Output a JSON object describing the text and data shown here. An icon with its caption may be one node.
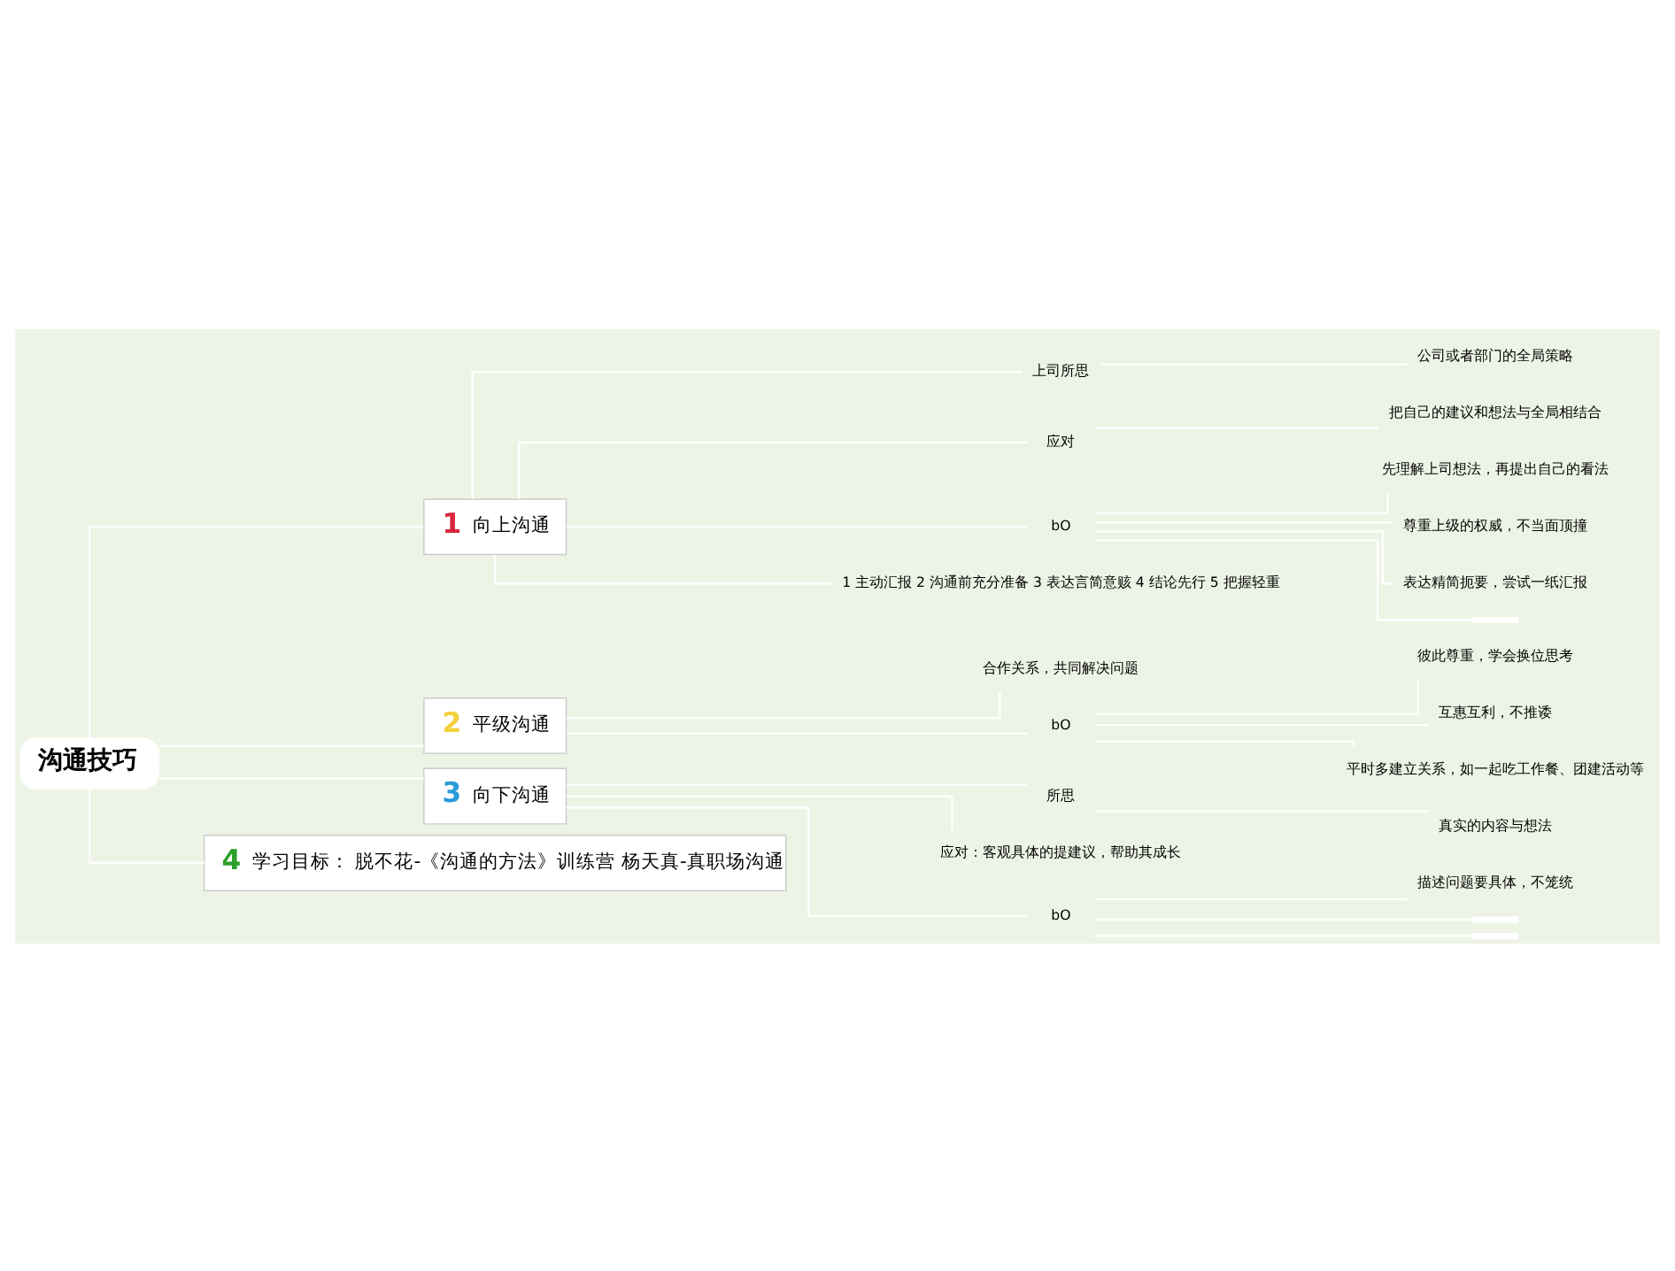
{
  "diagram": {
    "nodes": [
      {
        "text": [
          "沟通技巧"
        ]
      },
      {
        "text": [
          "1",
          "向上沟通"
        ]
      },
      {
        "text": [
          "上司所思"
        ]
      },
      {
        "text": [
          "公司或者部门的全局策略"
        ]
      },
      {
        "text": [
          "应对"
        ]
      },
      {
        "text": [
          "把自己的建议和想法与全局相结合"
        ]
      },
      {
        "text": [
          "bO"
        ]
      },
      {
        "text": [
          "先理解上司想法，再提出自己的看法"
        ]
      },
      {
        "text": [
          "尊重上级的权威，不当面顶撞"
        ]
      },
      {
        "text": [
          "表达精简扼要，尝试一纸汇报"
        ]
      },
      {
        "text": [],
        "shape": "box"
      },
      {
        "text": [
          "1 主动汇报 2 沟通前充分准备 3 表达言简意赅 4 结论先行 5 把握轻重"
        ]
      },
      {
        "text": [
          "2",
          "平级沟通"
        ]
      },
      {
        "text": [
          "合作关系，共同解决问题"
        ]
      },
      {
        "text": [
          "bO"
        ]
      },
      {
        "text": [
          "彼此尊重，学会换位思考"
        ]
      },
      {
        "text": [
          "互惠互利，不推诿"
        ]
      },
      {
        "text": [
          "平时多建立关系，如一起吃工作餐、团建活动等"
        ]
      },
      {
        "text": [
          "3",
          "向下沟通"
        ]
      },
      {
        "text": [
          "所思"
        ]
      },
      {
        "text": [
          "真实的内容与想法"
        ]
      },
      {
        "text": [
          "应对：客观具体的提建议，帮助其成长"
        ]
      },
      {
        "text": [
          "bO"
        ]
      },
      {
        "text": [
          "描述问题要具体，不笼统"
        ]
      },
      {
        "text": [],
        "shape": "box"
      },
      {
        "text": [],
        "shape": "box"
      },
      {
        "text": [
          "4",
          "学习目标： 脱不花-《沟通的方法》训练营 杨天真-真职场沟通"
        ]
      }
    ],
    "edges": [
      {
        "from": 0,
        "to": 1,
        "arrow": "none"
      },
      {
        "from": 1,
        "to": 2,
        "arrow": "none"
      },
      {
        "from": 2,
        "to": 3,
        "arrow": "none"
      },
      {
        "from": 1,
        "to": 4,
        "arrow": "none"
      },
      {
        "from": 4,
        "to": 5,
        "arrow": "none"
      },
      {
        "from": 1,
        "to": 6,
        "arrow": "none"
      },
      {
        "from": 6,
        "to": 7,
        "arrow": "none"
      },
      {
        "from": 6,
        "to": 8,
        "arrow": "none"
      },
      {
        "from": 6,
        "to": 9,
        "arrow": "none"
      },
      {
        "from": 6,
        "to": 10,
        "arrow": "none"
      },
      {
        "from": 1,
        "to": 11,
        "arrow": "none"
      },
      {
        "from": 0,
        "to": 12,
        "arrow": "none"
      },
      {
        "from": 12,
        "to": 13,
        "arrow": "none"
      },
      {
        "from": 12,
        "to": 14,
        "arrow": "none"
      },
      {
        "from": 14,
        "to": 15,
        "arrow": "none"
      },
      {
        "from": 14,
        "to": 16,
        "arrow": "none"
      },
      {
        "from": 14,
        "to": 17,
        "arrow": "none"
      },
      {
        "from": 0,
        "to": 18,
        "arrow": "none"
      },
      {
        "from": 18,
        "to": 19,
        "arrow": "none"
      },
      {
        "from": 19,
        "to": 20,
        "arrow": "none"
      },
      {
        "from": 18,
        "to": 21,
        "arrow": "none"
      },
      {
        "from": 18,
        "to": 22,
        "arrow": "none"
      },
      {
        "from": 22,
        "to": 23,
        "arrow": "none"
      },
      {
        "from": 22,
        "to": 24,
        "arrow": "none"
      },
      {
        "from": 22,
        "to": 25,
        "arrow": "none"
      },
      {
        "from": 0,
        "to": 26,
        "arrow": "none"
      }
    ]
  }
}
